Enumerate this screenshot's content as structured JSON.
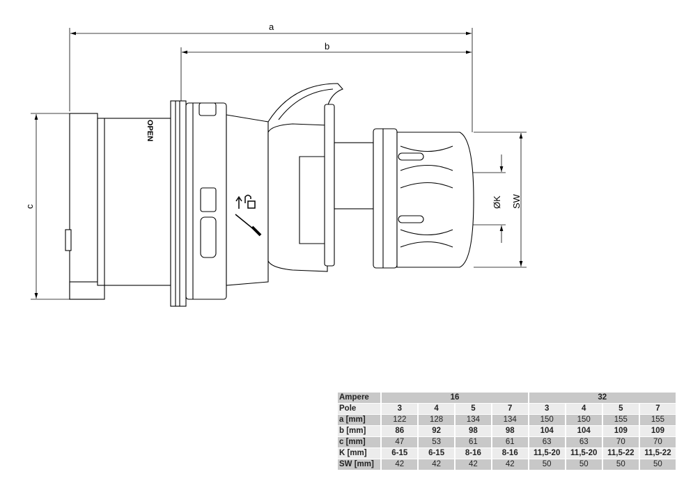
{
  "dimensions": {
    "a": "a",
    "b": "b",
    "c": "c",
    "k": "ØK",
    "sw": "SW"
  },
  "plug_markings": {
    "open": "OPEN"
  },
  "table": {
    "ampere_label": "Ampere",
    "ampere_groups": [
      "16",
      "32"
    ],
    "rows": [
      {
        "label": "Pole",
        "values": [
          "3",
          "4",
          "5",
          "7",
          "3",
          "4",
          "5",
          "7"
        ]
      },
      {
        "label": "a [mm]",
        "values": [
          "122",
          "128",
          "134",
          "134",
          "150",
          "150",
          "155",
          "155"
        ]
      },
      {
        "label": "b [mm]",
        "values": [
          "86",
          "92",
          "98",
          "98",
          "104",
          "104",
          "109",
          "109"
        ]
      },
      {
        "label": "c [mm]",
        "values": [
          "47",
          "53",
          "61",
          "61",
          "63",
          "63",
          "70",
          "70"
        ]
      },
      {
        "label": "K [mm]",
        "values": [
          "6-15",
          "6-15",
          "8-16",
          "8-16",
          "11,5-20",
          "11,5-20",
          "11,5-22",
          "11,5-22"
        ]
      },
      {
        "label": "SW [mm]",
        "values": [
          "42",
          "42",
          "42",
          "42",
          "50",
          "50",
          "50",
          "50"
        ]
      }
    ]
  }
}
